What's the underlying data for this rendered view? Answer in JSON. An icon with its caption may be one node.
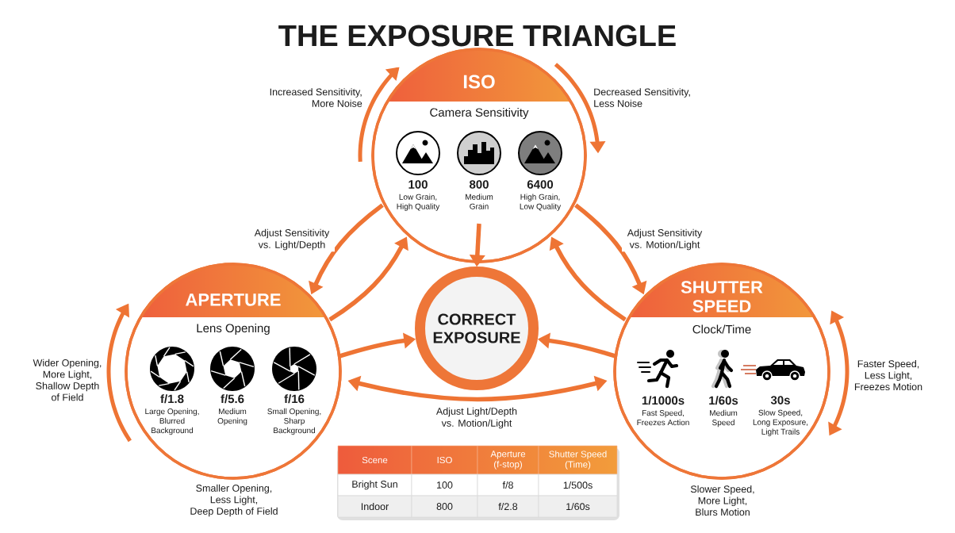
{
  "diagram": {
    "title": "THE EXPOSURE TRIANGLE",
    "nodes": [
      {
        "text": [
          "ISO",
          "Camera Sensitivity"
        ],
        "beside": [
          "Increased Sensitivity, More Noise",
          "Decreased Sensitivity, Less Noise"
        ]
      },
      {
        "text": [
          "100",
          "Low Grain, High Quality"
        ],
        "in": 0
      },
      {
        "text": [
          "800",
          "Medium Grain"
        ],
        "in": 0
      },
      {
        "text": [
          "6400",
          "High Grain, Low Quality"
        ],
        "in": 0
      },
      {
        "text": [
          "APERTURE",
          "Lens Opening"
        ],
        "beside": [
          "Wider Opening, More Light, Shallow Depth of Field",
          "Smaller Opening, Less Light, Deep Depth of Field"
        ]
      },
      {
        "text": [
          "f/1.8",
          "Large Opening, Blurred Background"
        ],
        "in": 4
      },
      {
        "text": [
          "f/5.6",
          "Medium Opening"
        ],
        "in": 4
      },
      {
        "text": [
          "f/16",
          "Small Opening, Sharp Background"
        ],
        "in": 4
      },
      {
        "text": [
          "CORRECT EXPOSURE"
        ]
      },
      {
        "text": [
          "SHUTTER SPEED",
          "Clock/Time"
        ],
        "beside": [
          "Faster Speed, Less Light, Freezes Motion",
          "Slower Speed, More Light, Blurs Motion"
        ]
      },
      {
        "text": [
          "1/1000s",
          "Fast Speed, Freezes Action"
        ],
        "in": 9
      },
      {
        "text": [
          "1/60s",
          "Medium Speed"
        ],
        "in": 9
      },
      {
        "text": [
          "30s",
          "Slow Speed, Long Exposure, Light Trails"
        ],
        "in": 9
      }
    ],
    "edges": [
      {
        "from": 2,
        "to": 8,
        "arrow": "to"
      },
      {
        "from": 4,
        "to": 8,
        "arrow": "to"
      },
      {
        "from": 9,
        "to": 8,
        "arrow": "to"
      },
      {
        "from": 0,
        "to": 4,
        "arrow": "to",
        "label": "Adjust Sensitivity vs. Light/Depth"
      },
      {
        "from": 4,
        "to": 0,
        "arrow": "to"
      },
      {
        "from": 0,
        "to": 9,
        "arrow": "to",
        "label": "Adjust Sensitivity vs. Motion/Light"
      },
      {
        "from": 9,
        "to": 0,
        "arrow": "to"
      },
      {
        "from": 4,
        "to": 9,
        "arrow": "both",
        "label": "Adjust Light/Depth vs. Motion/Light"
      }
    ],
    "labels": [
      "Scene",
      "ISO",
      "Aperture (f-stop)",
      "Shutter Speed (Time)",
      "Bright Sun",
      "100",
      "f/8",
      "1/500s",
      "Indoor",
      "800",
      "f/2.8",
      "1/60s"
    ]
  }
}
